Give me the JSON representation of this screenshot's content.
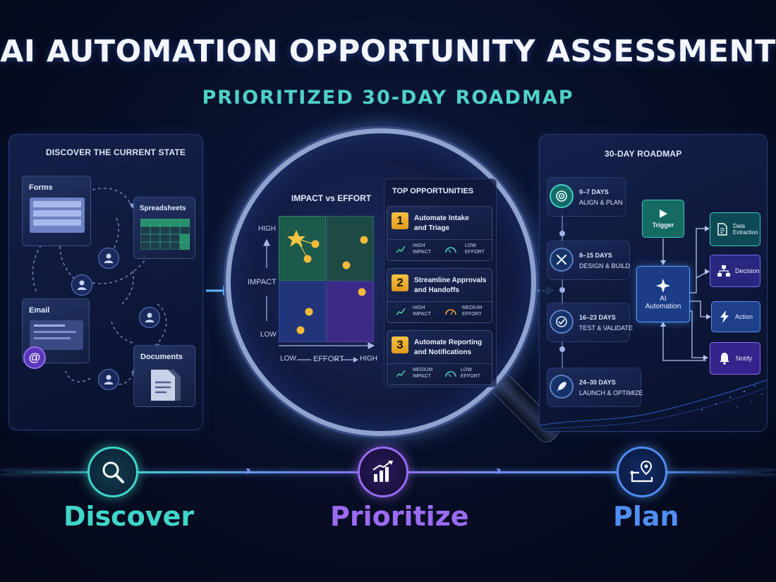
{
  "header": {
    "title": "AI AUTOMATION OPPORTUNITY ASSESSMENT",
    "subtitle": "PRIORITIZED 30-DAY ROADMAP"
  },
  "discover_panel": {
    "title": "DISCOVER THE CURRENT STATE",
    "cards": {
      "forms": "Forms",
      "spreadsheets": "Spreadsheets",
      "email": "Email",
      "documents": "Documents"
    },
    "email_badge": "@"
  },
  "impact_matrix": {
    "title": "IMPACT vs EFFORT",
    "y_high": "HIGH",
    "y_label": "IMPACT",
    "y_low": "LOW",
    "x_low": "LOW",
    "x_label": "EFFORT",
    "x_high": "HIGH"
  },
  "opportunities": {
    "title": "TOP OPPORTUNITIES",
    "items": [
      {
        "num": "1",
        "title_l1": "Automate Intake",
        "title_l2": "and Triage",
        "tag1_l1": "HIGH",
        "tag1_l2": "IMPACT",
        "tag2_l1": "LOW",
        "tag2_l2": "EFFORT"
      },
      {
        "num": "2",
        "title_l1": "Streamline Approvals",
        "title_l2": "and Handoffs",
        "tag1_l1": "HIGH",
        "tag1_l2": "IMPACT",
        "tag2_l1": "MEDIUM",
        "tag2_l2": "EFFORT"
      },
      {
        "num": "3",
        "title_l1": "Automate Reporting",
        "title_l2": "and Notifications",
        "tag1_l1": "MEDIUM",
        "tag1_l2": "IMPACT",
        "tag2_l1": "LOW",
        "tag2_l2": "EFFORT"
      }
    ]
  },
  "roadmap": {
    "title": "30-DAY ROADMAP",
    "phases": [
      {
        "days": "0–7 DAYS",
        "label": "ALIGN & PLAN",
        "icon": "target-icon"
      },
      {
        "days": "8–15 DAYS",
        "label": "DESIGN & BUILD",
        "icon": "tools-icon"
      },
      {
        "days": "16–23 DAYS",
        "label": "TEST & VALIDATE",
        "icon": "check-icon"
      },
      {
        "days": "24–30 DAYS",
        "label": "LAUNCH & OPTIMIZE",
        "icon": "rocket-icon"
      }
    ],
    "flow": {
      "trigger": "Trigger",
      "ai_l1": "AI",
      "ai_l2": "Automation",
      "data_l1": "Data",
      "data_l2": "Extraction",
      "decision": "Decision",
      "action": "Action",
      "notify": "Notify"
    }
  },
  "steps": [
    {
      "label": "Discover",
      "color": "#3fd6c8",
      "icon": "search-icon"
    },
    {
      "label": "Prioritize",
      "color": "#9b6bf2",
      "icon": "chart-icon"
    },
    {
      "label": "Plan",
      "color": "#4f8ff5",
      "icon": "map-pin-icon"
    }
  ]
}
